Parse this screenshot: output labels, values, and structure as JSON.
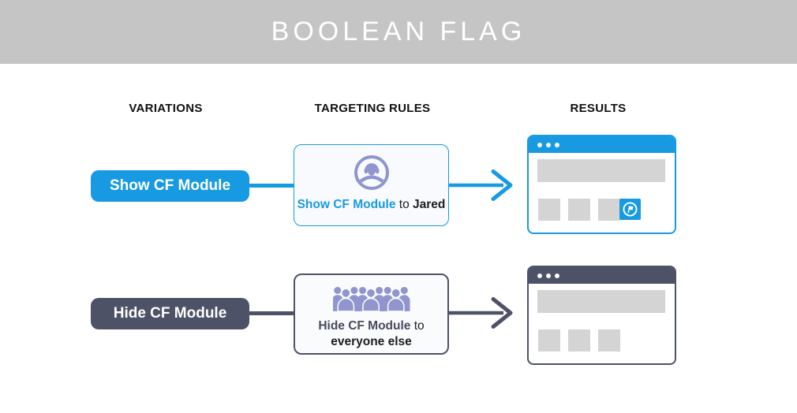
{
  "banner": {
    "title": "BOOLEAN FLAG"
  },
  "columns": {
    "variations": "VARIATIONS",
    "targeting_rules": "TARGETING RULES",
    "results": "RESULTS"
  },
  "colors": {
    "header_bg": "#c5c5c5",
    "blue": "#189ae2",
    "slate": "#4d5267",
    "periwinkle": "#9095cd",
    "placeholder_gray": "#d4d4d4",
    "card_bg": "#f8fafd",
    "rule_text_dark": "#474b5e",
    "text_black": "#1d1d1f"
  },
  "rows": [
    {
      "variation_label": "Show CF Module",
      "rule": {
        "flag_label": "Show CF Module",
        "connector_word": "to",
        "audience": "Jared",
        "icon": "user-avatar-icon"
      },
      "result": {
        "icon": "flag-icon",
        "shows_cf_module": true
      }
    },
    {
      "variation_label": "Hide CF Module",
      "rule": {
        "flag_label": "Hide CF Module",
        "connector_word": "to",
        "audience": "everyone else",
        "icon": "crowd-icon"
      },
      "result": {
        "shows_cf_module": false
      }
    }
  ]
}
